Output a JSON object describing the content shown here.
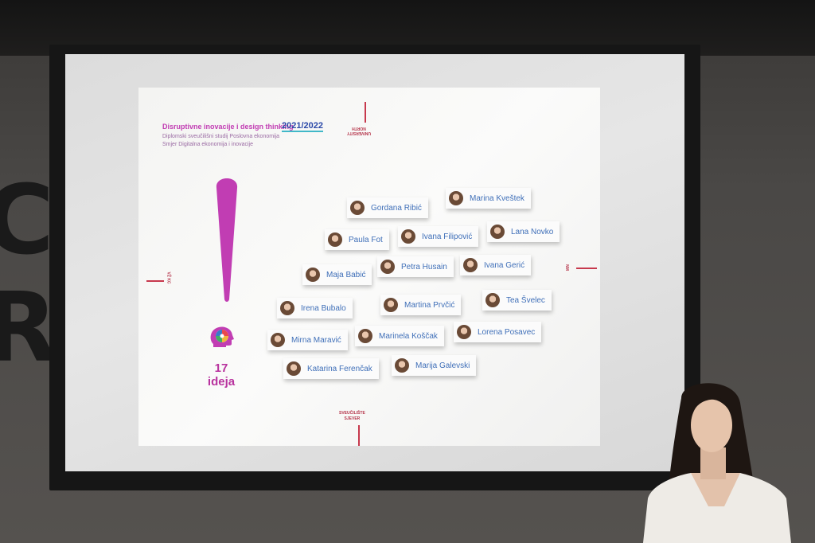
{
  "wall_letters": [
    "CH",
    "R"
  ],
  "slide": {
    "title": "Disruptivne inovacije i design thinking",
    "year": "2021/2022",
    "subtitle_line1": "Diplomski sveučilišni studij Poslovna ekonomija",
    "subtitle_line2": "Smjer Digitalna ekonomija i inovacije",
    "logo_top_line1": "UNIVERSITY",
    "logo_top_line2": "NORTH",
    "logo_bottom_line1": "SVEUČILIŠTE",
    "logo_bottom_line2": "SJEVER",
    "edge_left": "VŽ KC",
    "edge_right": "NM",
    "ideas_count": "17",
    "ideas_label": "ideja",
    "accent_color": "#c13db3",
    "year_color": "#2b49a8",
    "name_color": "#3f6fb8",
    "participants": [
      "Gordana Ribić",
      "Marina Kveštek",
      "Paula Fot",
      "Ivana Filipović",
      "Lana Novko",
      "Maja Babić",
      "Petra Husain",
      "Ivana Gerić",
      "Irena Bubalo",
      "Martina Prvčić",
      "Tea Švelec",
      "Mirna Maravić",
      "Marinela Koščak",
      "Lorena Posavec",
      "Katarina Ferenčak",
      "Marija Galevski"
    ]
  }
}
